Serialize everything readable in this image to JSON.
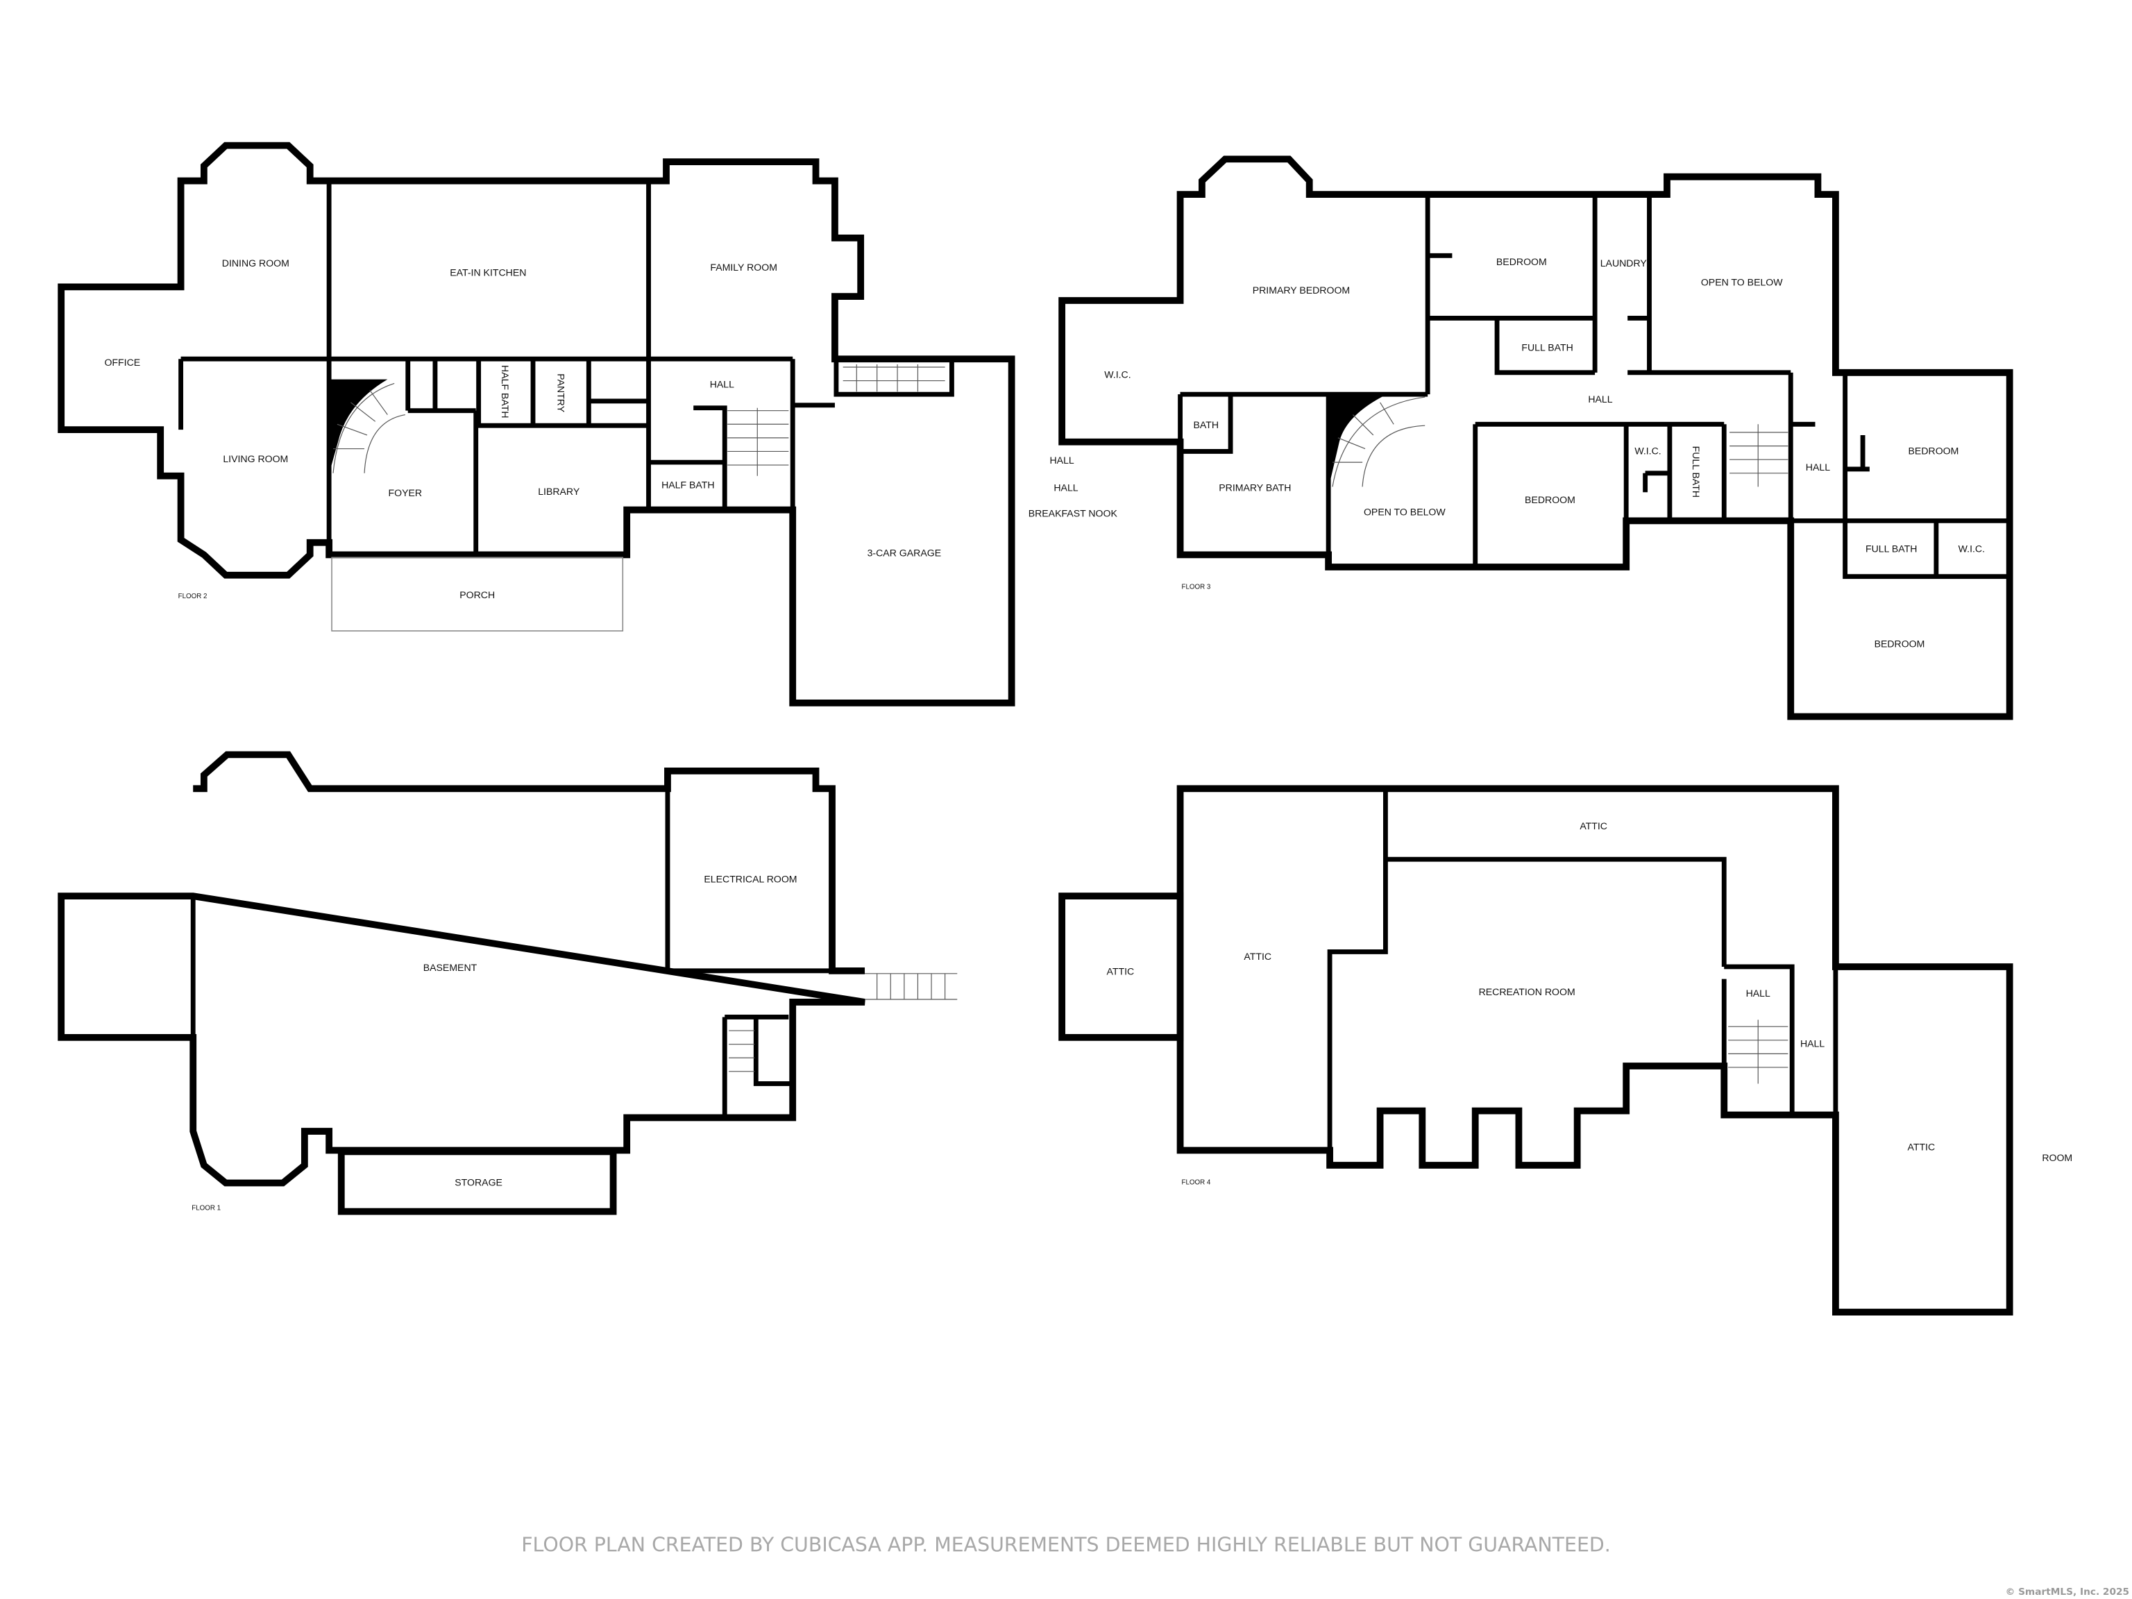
{
  "floors": {
    "floor2": {
      "label": "FLOOR 2",
      "rooms": [
        "OFFICE",
        "DINING ROOM",
        "EAT-IN KITCHEN",
        "FAMILY ROOM",
        "LIVING ROOM",
        "FOYER",
        "LIBRARY",
        "HALF BATH",
        "PANTRY",
        "HALL",
        "HALF BATH",
        "PORCH",
        "3-CAR GARAGE"
      ]
    },
    "floor3": {
      "label": "FLOOR 3",
      "rooms": [
        "W.I.C.",
        "PRIMARY BEDROOM",
        "BEDROOM",
        "LAUNDRY",
        "OPEN TO BELOW",
        "FULL BATH",
        "HALL",
        "BATH",
        "PRIMARY BATH",
        "OPEN TO BELOW",
        "BEDROOM",
        "W.I.C.",
        "FULL BATH",
        "HALL",
        "BEDROOM",
        "FULL BATH",
        "W.I.C.",
        "BEDROOM"
      ]
    },
    "floor1": {
      "label": "FLOOR 1",
      "rooms": [
        "BASEMENT",
        "ELECTRICAL ROOM",
        "STORAGE"
      ]
    },
    "floor4": {
      "label": "FLOOR 4",
      "rooms": [
        "ATTIC",
        "ATTIC",
        "ATTIC",
        "RECREATION ROOM",
        "HALL",
        "HALL",
        "ATTIC"
      ]
    }
  },
  "stray_labels": [
    "HALL",
    "HALL",
    "BREAKFAST NOOK",
    "ROOM"
  ],
  "footer": "FLOOR PLAN CREATED BY CUBICASA APP. MEASUREMENTS DEEMED HIGHLY RELIABLE BUT NOT GUARANTEED.",
  "copyright": "© SmartMLS, Inc.  2025"
}
